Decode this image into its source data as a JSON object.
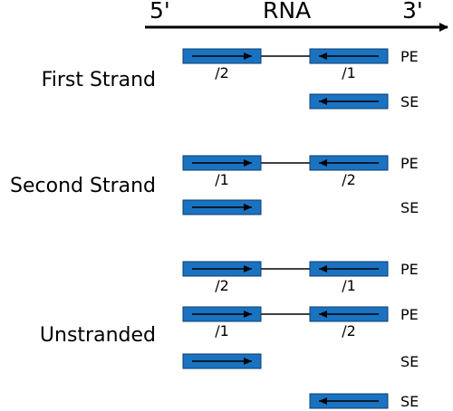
{
  "header": {
    "five_prime": "5'",
    "molecule": "RNA",
    "three_prime": "3'"
  },
  "colors": {
    "read_fill": "#1a73c1",
    "read_stroke": "#0d3e6b",
    "line": "#000000"
  },
  "groups": [
    {
      "label": "First Strand",
      "rows": [
        {
          "type": "PE",
          "left": {
            "direction": "forward",
            "mate": "/2"
          },
          "right": {
            "direction": "reverse",
            "mate": "/1"
          }
        },
        {
          "type": "SE",
          "right": {
            "direction": "reverse"
          }
        }
      ]
    },
    {
      "label": "Second Strand",
      "rows": [
        {
          "type": "PE",
          "left": {
            "direction": "forward",
            "mate": "/1"
          },
          "right": {
            "direction": "reverse",
            "mate": "/2"
          }
        },
        {
          "type": "SE",
          "left": {
            "direction": "forward"
          }
        }
      ]
    },
    {
      "label": "Unstranded",
      "rows": [
        {
          "type": "PE",
          "left": {
            "direction": "forward",
            "mate": "/2"
          },
          "right": {
            "direction": "reverse",
            "mate": "/1"
          }
        },
        {
          "type": "PE",
          "left": {
            "direction": "forward",
            "mate": "/1"
          },
          "right": {
            "direction": "reverse",
            "mate": "/2"
          }
        },
        {
          "type": "SE",
          "left": {
            "direction": "forward"
          }
        },
        {
          "type": "SE",
          "right": {
            "direction": "reverse"
          }
        }
      ]
    }
  ]
}
